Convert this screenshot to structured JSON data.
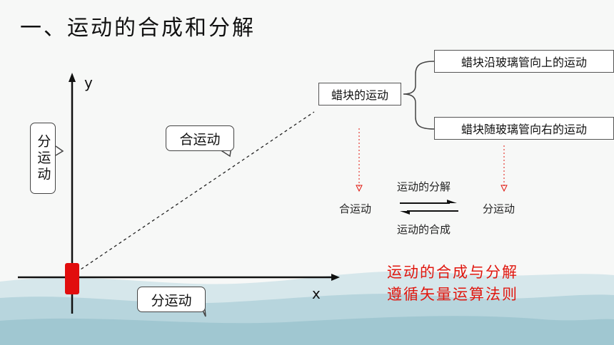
{
  "title": "一、运动的合成和分解",
  "axes": {
    "x_label": "x",
    "y_label": "y"
  },
  "bubbles": {
    "vertical": "分运动",
    "diagonal": "合运动",
    "horizontal": "分运动"
  },
  "concept_map": {
    "root": "蜡块的运动",
    "branch_up": "蜡块沿玻璃管向上的运动",
    "branch_right": "蜡块随玻璃管向右的运动",
    "combined": "合运动",
    "component": "分运动",
    "decompose_label": "运动的分解",
    "compose_label": "运动的合成"
  },
  "note": {
    "line1": "运动的合成与分解",
    "line2": "遵循矢量运算法则"
  },
  "colors": {
    "accent_red": "#e0160e",
    "block": "#e10d0d",
    "wave": "#9fc6d2"
  }
}
